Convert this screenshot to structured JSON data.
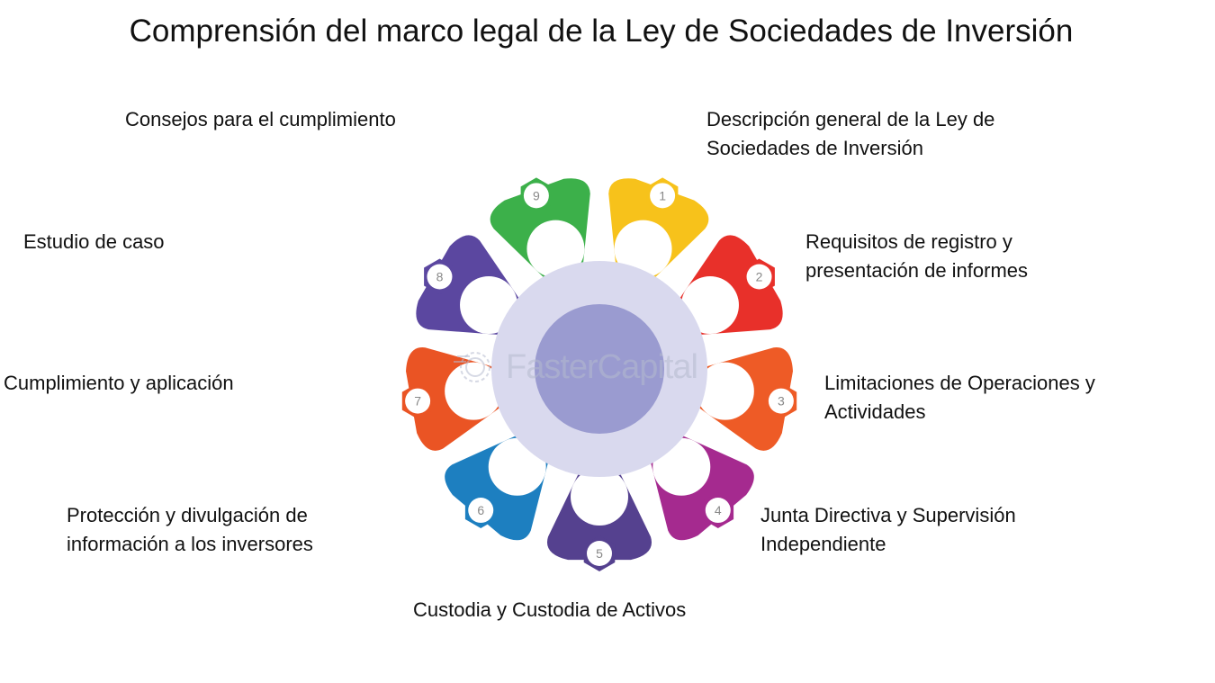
{
  "title": "Comprensión del marco legal de la Ley de Sociedades de Inversión",
  "watermark": "FasterCapital",
  "segments": [
    {
      "number": "1",
      "color": "#f7c21b",
      "label_lines": [
        "Descripción general de la Ley de",
        "Sociedades de Inversión"
      ]
    },
    {
      "number": "2",
      "color": "#e8302a",
      "label_lines": [
        "Requisitos de registro y",
        "presentación de informes"
      ]
    },
    {
      "number": "3",
      "color": "#ee5b26",
      "label_lines": [
        "Limitaciones de Operaciones y",
        "Actividades"
      ]
    },
    {
      "number": "4",
      "color": "#a52a8f",
      "label_lines": [
        "Junta Directiva y Supervisión",
        "Independiente"
      ]
    },
    {
      "number": "5",
      "color": "#55418f",
      "label_lines": [
        "Custodia y Custodia de Activos"
      ]
    },
    {
      "number": "6",
      "color": "#1d7fc0",
      "label_lines": [
        "Protección y divulgación de",
        "información a los inversores"
      ]
    },
    {
      "number": "7",
      "color": "#ea5424",
      "label_lines": [
        "Cumplimiento y aplicación"
      ]
    },
    {
      "number": "8",
      "color": "#5b47a0",
      "label_lines": [
        "Estudio de caso"
      ]
    },
    {
      "number": "9",
      "color": "#3cb04a",
      "label_lines": [
        "Consejos para el cumplimiento"
      ]
    }
  ],
  "center": {
    "outer_color": "#d9d9ee",
    "inner_color": "#9a9bd0"
  }
}
